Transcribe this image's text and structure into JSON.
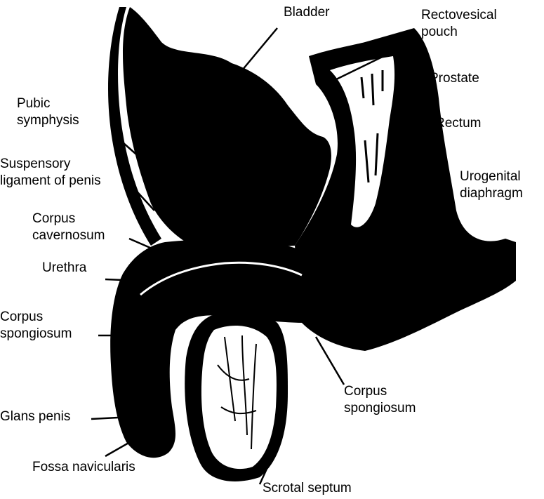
{
  "labels": {
    "bladder": [
      "Bladder"
    ],
    "rectovesical_pouch": [
      "Rectovesical",
      "pouch"
    ],
    "prostate": [
      "Prostate"
    ],
    "rectum": [
      "Rectum"
    ],
    "urogenital_diaphragm": [
      "Urogenital",
      "diaphragm"
    ],
    "pubic_symphysis": [
      "Pubic",
      "symphysis"
    ],
    "suspensory_ligament": [
      "Suspensory",
      "ligament of penis"
    ],
    "corpus_cavernosum": [
      "Corpus",
      "cavernosum"
    ],
    "urethra": [
      "Urethra"
    ],
    "corpus_spongiosum_left": [
      "Corpus",
      "spongiosum"
    ],
    "glans_penis": [
      "Glans penis"
    ],
    "fossa_navicularis": [
      "Fossa navicularis"
    ],
    "scrotal_septum": [
      "Scrotal septum"
    ],
    "corpus_spongiosum_right": [
      "Corpus",
      "spongiosum"
    ]
  },
  "colors": {
    "ink": "#000000",
    "paper": "#ffffff"
  }
}
